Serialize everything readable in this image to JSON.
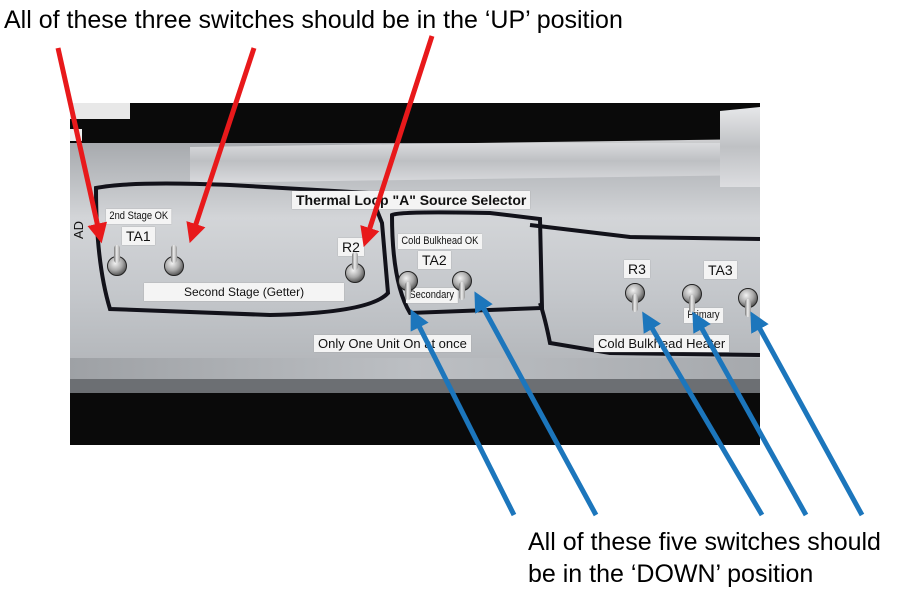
{
  "captions": {
    "top": "All of these three switches should be in the ‘UP’ position",
    "bottom_line1": "All of these five switches should",
    "bottom_line2": "be in the ‘DOWN’ position"
  },
  "panel": {
    "title": "Thermal Loop \"A\" Source Selector",
    "section_left": {
      "ok_label": "2nd Stage OK",
      "switch_label": "TA1",
      "bottom_label": "Second Stage (Getter)"
    },
    "r2_label": "R2",
    "side_label": "AD",
    "section_mid": {
      "ok_label": "Cold Bulkhead OK",
      "switch_label": "TA2",
      "secondary_label": "Secondary"
    },
    "note": "Only One Unit On at once",
    "section_right": {
      "r3_label": "R3",
      "ta3_label": "TA3",
      "primary_label": "Primary",
      "bottom_label": "Cold Bulkhead Heater"
    }
  },
  "colors": {
    "up_arrow": "#e8191b",
    "down_arrow": "#1c76bc",
    "marker_outline": "#12121a",
    "panel_aluminum": "#c9ccd0",
    "background": "#0a0a0a"
  },
  "switch_states": {
    "up": [
      "TA1 left",
      "TA1 right",
      "R2"
    ],
    "down": [
      "TA2 left",
      "TA2 right",
      "R3",
      "TA3 left",
      "TA3 right"
    ]
  }
}
